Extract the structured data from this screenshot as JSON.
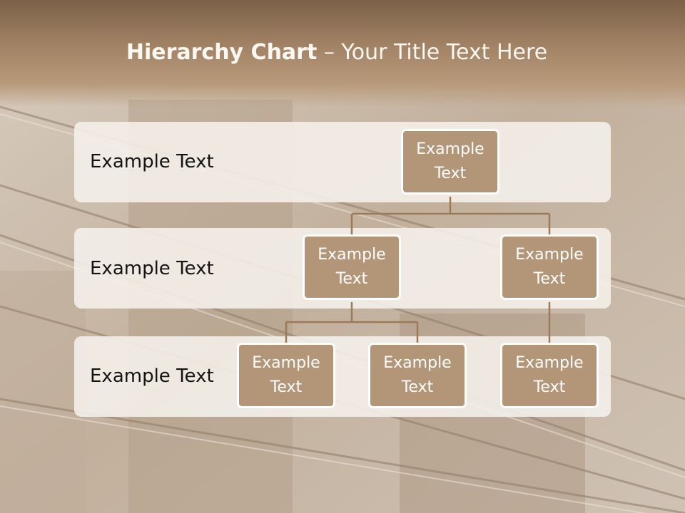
{
  "title": {
    "bold": "Hierarchy Chart",
    "rest": " – Your Title Text Here"
  },
  "levels": [
    {
      "label": "Example Text"
    },
    {
      "label": "Example Text"
    },
    {
      "label": "Example Text"
    }
  ],
  "nodes": {
    "root": "Example\nText",
    "left": "Example\nText",
    "right": "Example\nText",
    "left_child_1": "Example\nText",
    "left_child_2": "Example\nText",
    "right_child": "Example\nText"
  },
  "colors": {
    "node_fill": "#b39678",
    "connector": "#9c7a58",
    "header": "#8b6e52"
  }
}
